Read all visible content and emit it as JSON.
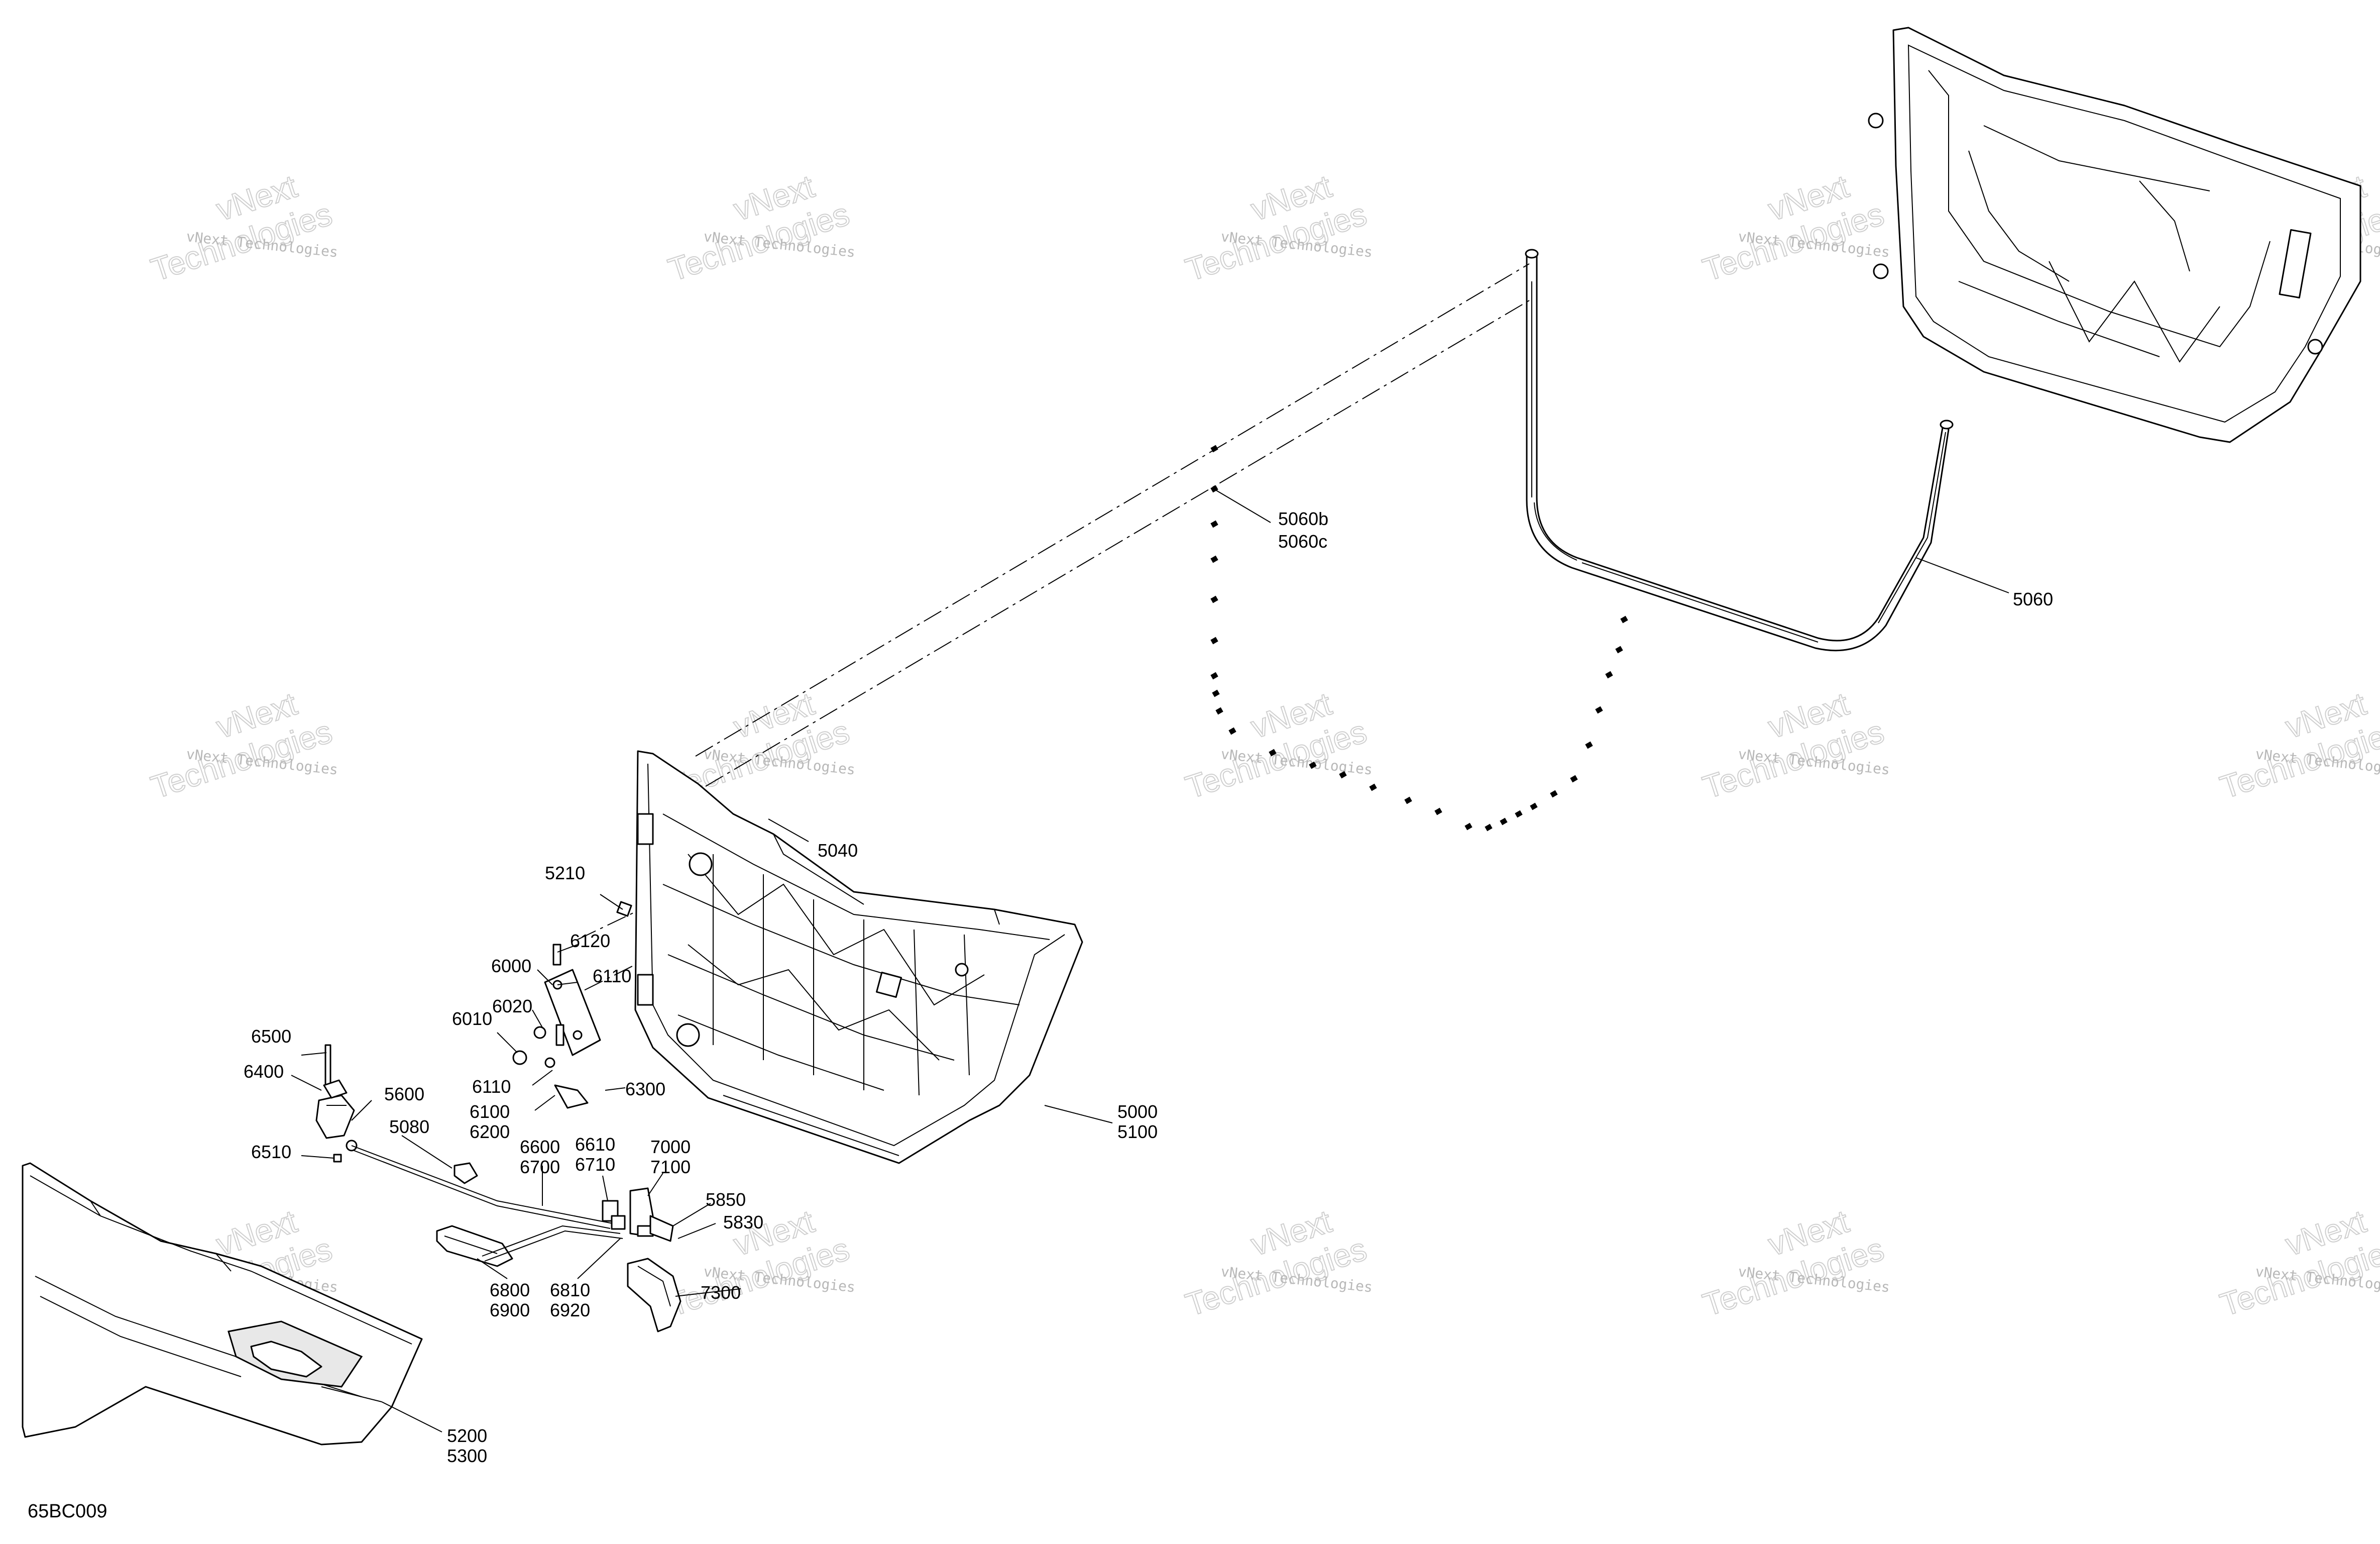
{
  "diagram_code": "65BC009",
  "watermark": {
    "brand": "vNext",
    "company": "Technologies",
    "line": "vNext Technologies"
  },
  "callouts": {
    "c5060": "5060",
    "c5060b": "5060b",
    "c5060c": "5060c",
    "c5040": "5040",
    "c5210": "5210",
    "c6000": "6000",
    "c6120": "6120",
    "c6110a": "6110",
    "c6020": "6020",
    "c6010": "6010",
    "c6110b": "6110",
    "c6100": "6100",
    "c6200": "6200",
    "c6300": "6300",
    "c6500": "6500",
    "c6400": "6400",
    "c5600": "5600",
    "c5080": "5080",
    "c6510": "6510",
    "c6600": "6600",
    "c6700": "6700",
    "c6610": "6610",
    "c6710": "6710",
    "c7000": "7000",
    "c7100": "7100",
    "c5850": "5850",
    "c5830": "5830",
    "c7300": "7300",
    "c6800": "6800",
    "c6900": "6900",
    "c6810": "6810",
    "c6920": "6920",
    "c5000": "5000",
    "c5100": "5100",
    "c5200": "5200",
    "c5300": "5300"
  },
  "colors": {
    "line": "#000000",
    "background": "#ffffff",
    "watermark": "#c8c8c8"
  }
}
